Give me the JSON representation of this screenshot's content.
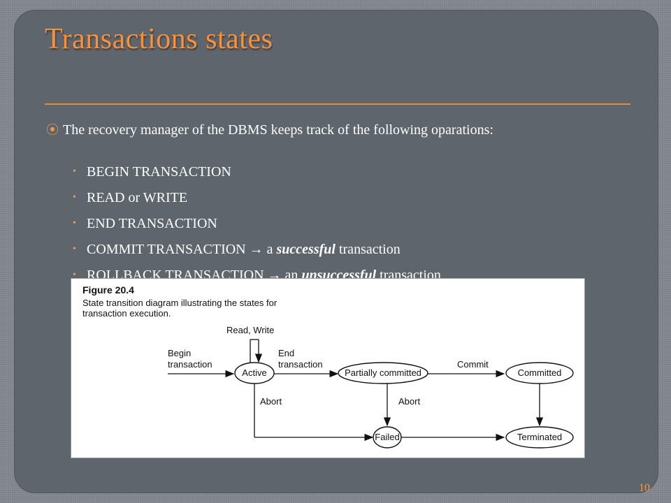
{
  "slide": {
    "title": "Transactions states",
    "main_bullet": "The recovery manager of the DBMS keeps track of the following oparations:",
    "items": [
      {
        "pre": "BEGIN TRANSACTION",
        "arrow": "",
        "mid": "",
        "em": "",
        "post": ""
      },
      {
        "pre": "READ or WRITE",
        "arrow": "",
        "mid": "",
        "em": "",
        "post": ""
      },
      {
        "pre": "END TRANSACTION",
        "arrow": "",
        "mid": "",
        "em": "",
        "post": ""
      },
      {
        "pre": "COMMIT TRANSACTION ",
        "arrow": "→",
        "mid": " a ",
        "em": "successful",
        "post": " transaction"
      },
      {
        "pre": "ROLLBACK TRANSACTION ",
        "arrow": "→",
        "mid": " an ",
        "em": "unsuccessful",
        "post": " transaction"
      }
    ],
    "page_number": "10"
  },
  "figure": {
    "label": "Figure 20.4",
    "caption": "State transition diagram illustrating the states for transaction execution.",
    "states": {
      "active": "Active",
      "partially_committed": "Partially committed",
      "committed": "Committed",
      "failed": "Failed",
      "terminated": "Terminated"
    },
    "transitions": {
      "begin": [
        "Begin",
        "transaction"
      ],
      "read_write": "Read, Write",
      "end": [
        "End",
        "transaction"
      ],
      "commit": "Commit",
      "abort_active": "Abort",
      "abort_partial": "Abort"
    }
  },
  "colors": {
    "accent": "#f7923a",
    "panel": "#5f656d",
    "text": "#ffffff"
  }
}
